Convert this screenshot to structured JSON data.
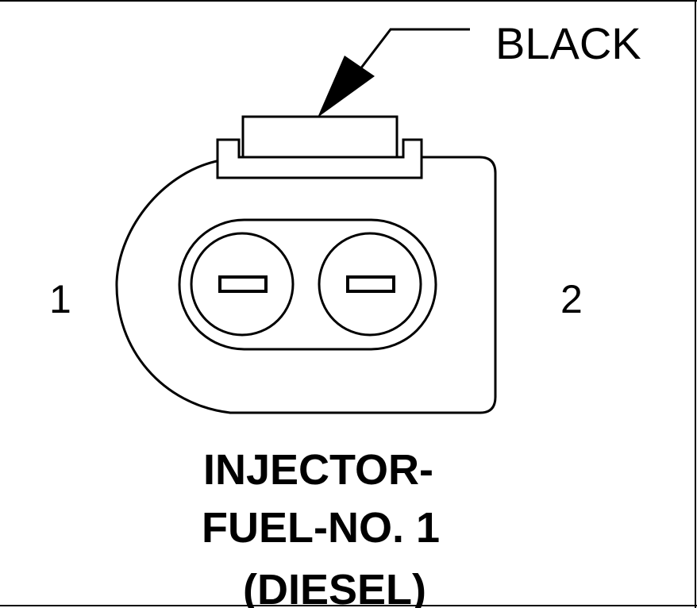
{
  "connector": {
    "color_label": "BLACK",
    "pins": [
      {
        "label": "1"
      },
      {
        "label": "2"
      }
    ],
    "title_lines": [
      "INJECTOR-",
      "FUEL-NO. 1",
      "(DIESEL)"
    ]
  },
  "colors": {
    "line": "#000000",
    "background": "#ffffff"
  }
}
